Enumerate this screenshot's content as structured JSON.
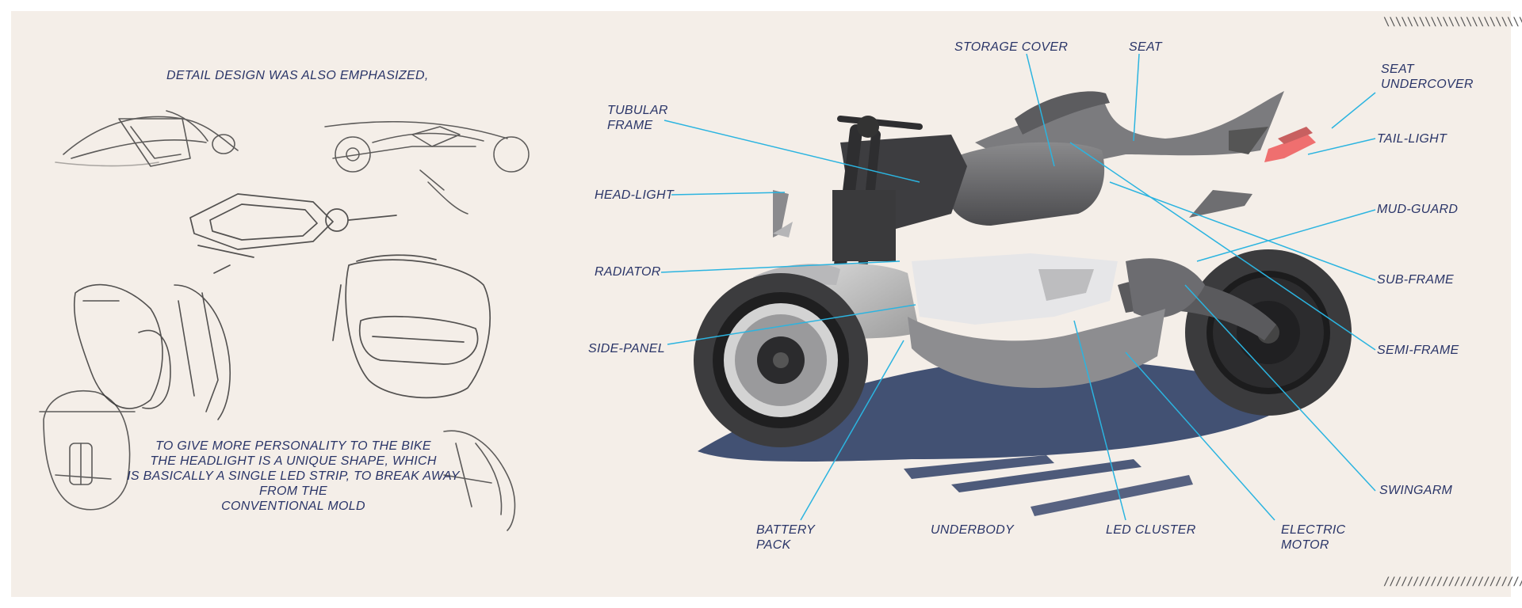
{
  "notes": {
    "top": "DETAIL DESIGN WAS ALSO EMPHASIZED,",
    "body_lines": [
      "TO GIVE MORE PERSONALITY TO THE BIKE",
      "THE HEADLIGHT IS A UNIQUE SHAPE, WHICH",
      "IS BASICALLY A SINGLE LED STRIP, TO BREAK AWAY",
      "FROM THE",
      "CONVENTIONAL MOLD"
    ]
  },
  "labels": {
    "storage_cover": "STORAGE COVER",
    "seat": "SEAT",
    "seat_undercover": "SEAT\nUNDERCOVER",
    "tubular_frame": "TUBULAR\nFRAME",
    "tail_light": "TAIL-LIGHT",
    "head_light": "HEAD-LIGHT",
    "mud_guard": "MUD-GUARD",
    "radiator": "RADIATOR",
    "sub_frame": "SUB-FRAME",
    "side_panel": "SIDE-PANEL",
    "semi_frame": "SEMI-FRAME",
    "swingarm": "SWINGARM",
    "battery_pack": "BATTERY\nPACK",
    "underbody": "UNDERBODY",
    "led_cluster": "LED CLUSTER",
    "electric_motor": "ELECTRIC\nMOTOR"
  },
  "colors": {
    "leader_line": "#2bb4e0",
    "label_text": "#2a3568",
    "tail_light": "#ef6f6f",
    "background": "#f4eee8"
  }
}
